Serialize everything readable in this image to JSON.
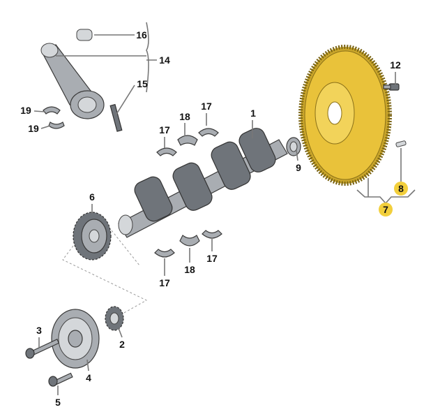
{
  "diagram": {
    "title_hidden": null,
    "colors": {
      "highlight": "#f2cf3c",
      "flywheel": "#e9c23a",
      "parts": "#a9adb2"
    },
    "labels": {
      "con_rod_bushing": "16",
      "con_rod_assembly": "14",
      "con_rod_bolt": "15",
      "bearing_shell_upper": "19",
      "bearing_shell_lower": "19",
      "main_bearing_upper": "18",
      "thrust_washer_upper_right": "17",
      "thrust_washer_upper_left": "17",
      "crankshaft": "1",
      "flywheel_bolt": "12",
      "needle_bearing": "9",
      "dowel_pin": "8",
      "flywheel": "7",
      "sprocket": "6",
      "main_bearing_lower": "18",
      "thrust_washer_lower_right": "17",
      "thrust_washer_lower_left": "17",
      "pulley_bolt": "3",
      "toothed_belt_sprocket": "2",
      "vibration_damper": "4",
      "damper_bolt": "5"
    }
  }
}
